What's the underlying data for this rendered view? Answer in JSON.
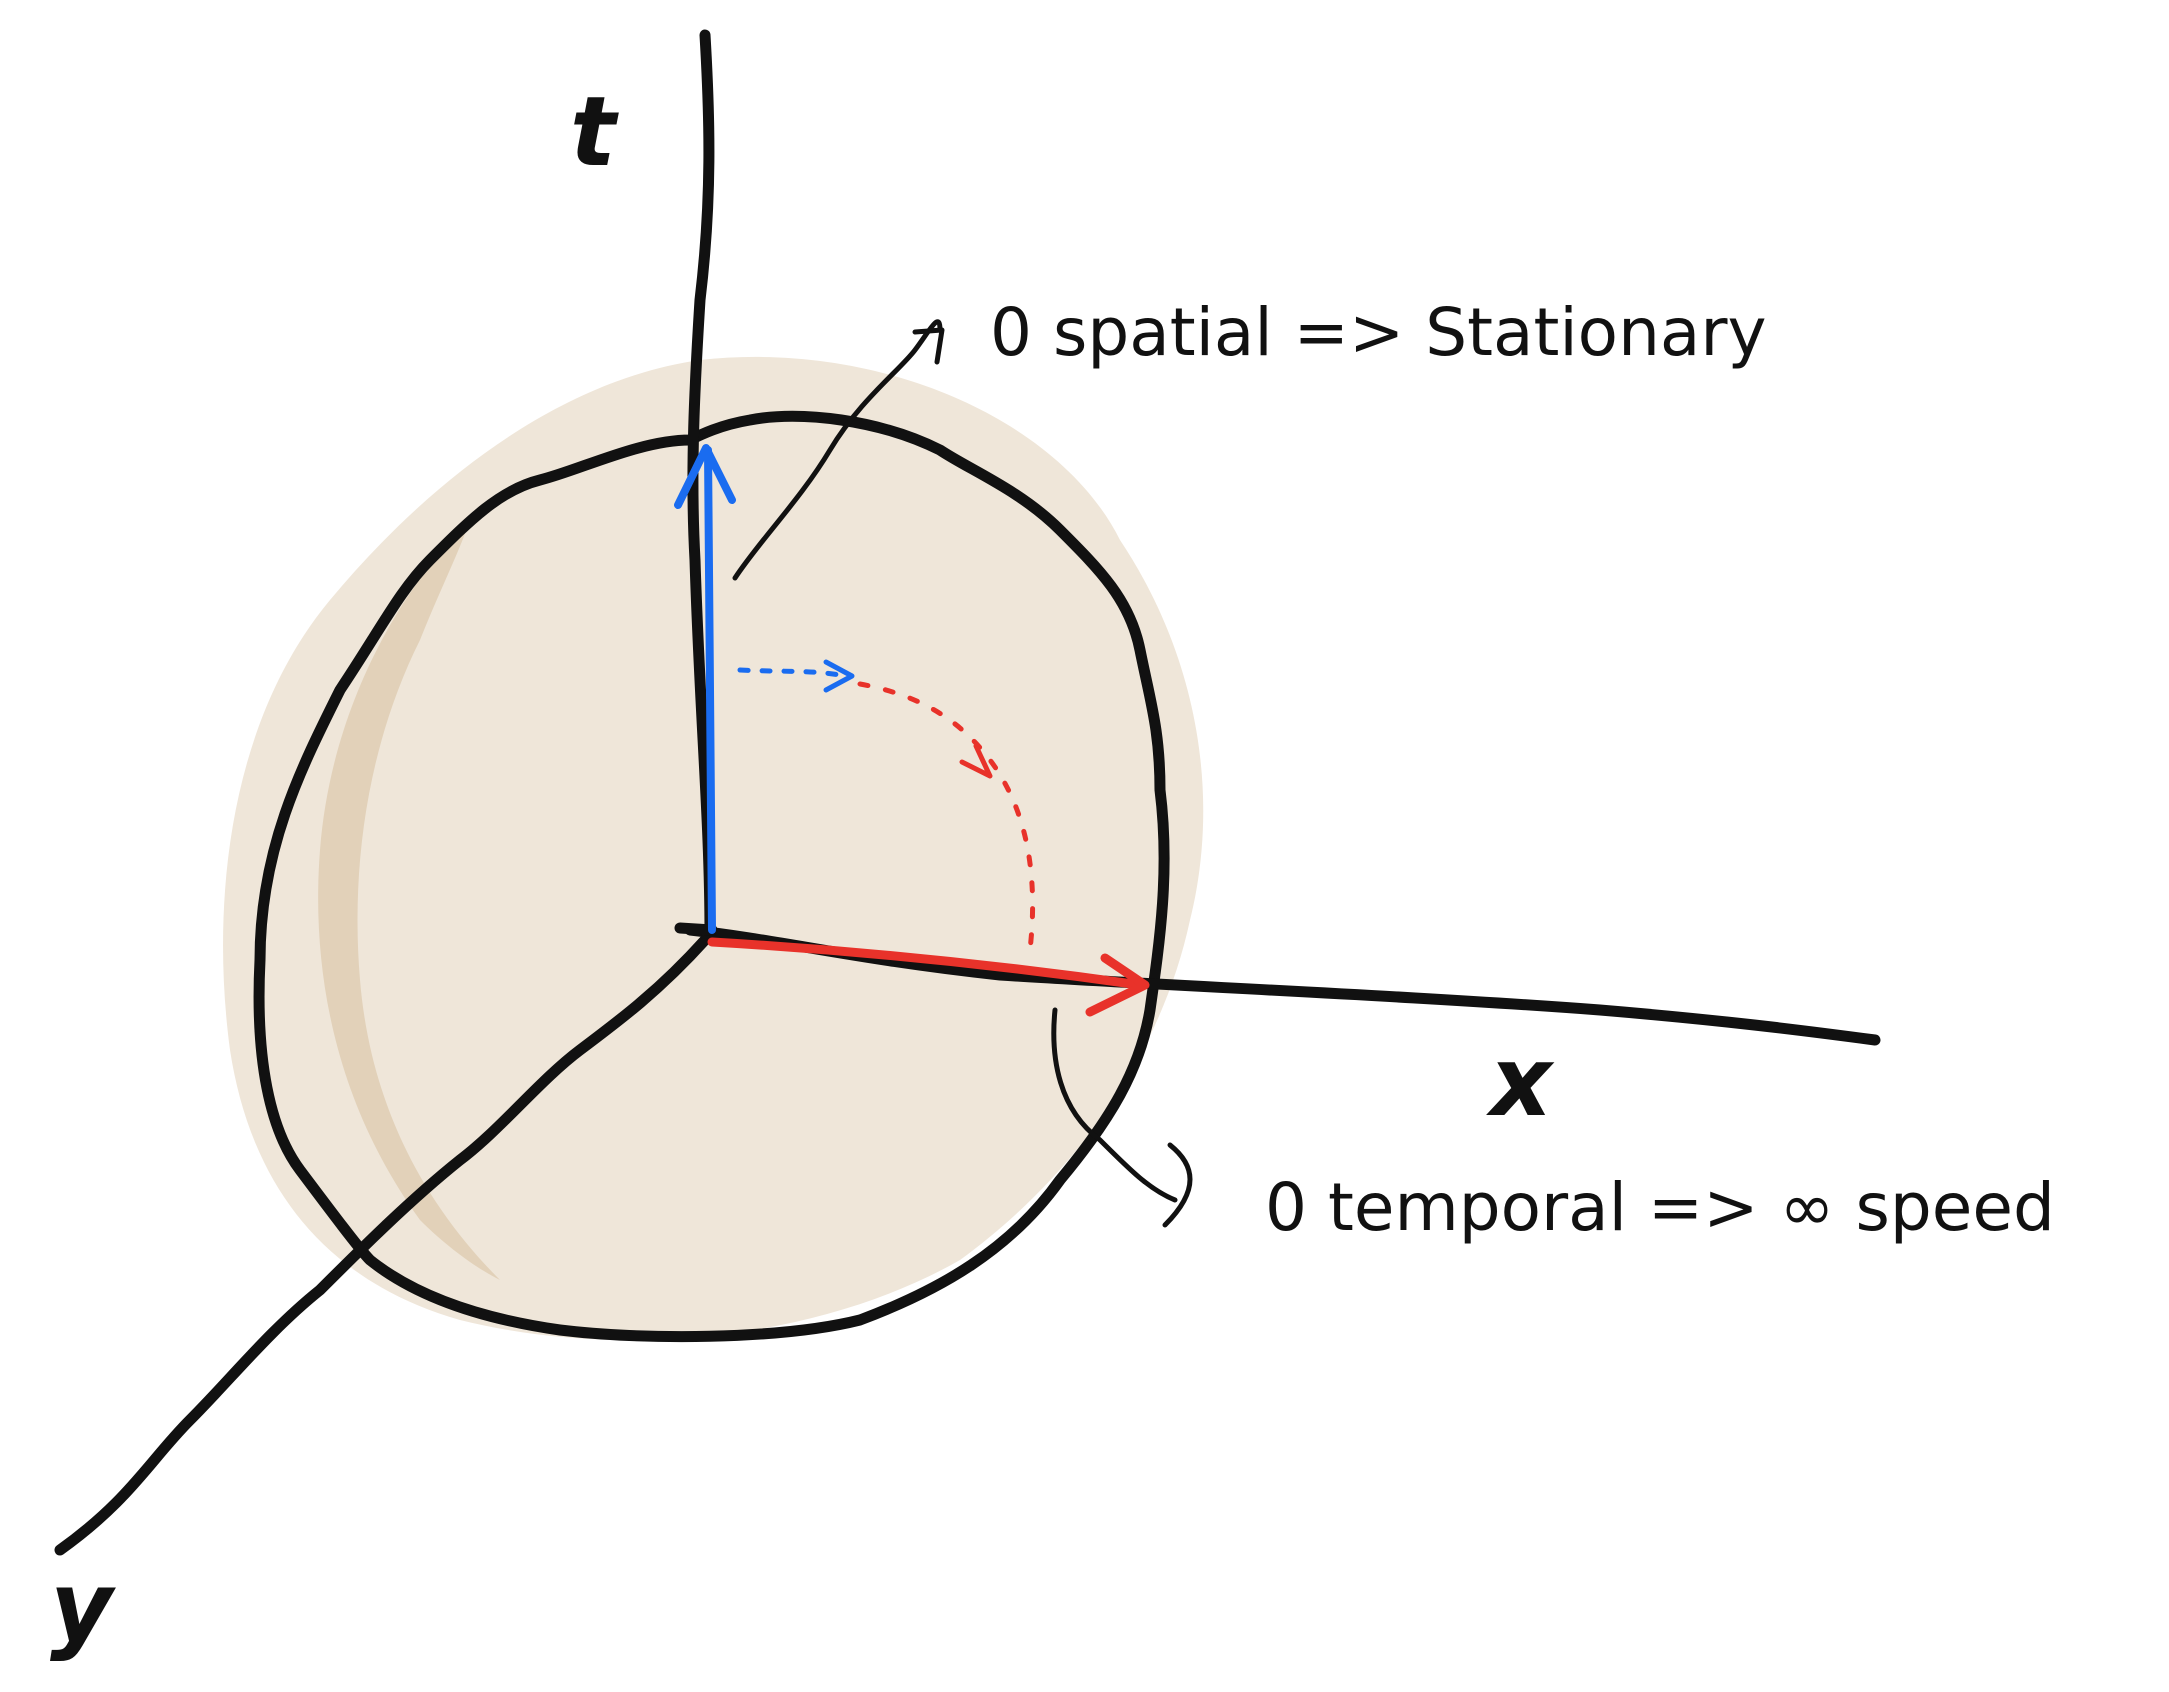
{
  "axes": {
    "t_label": "t",
    "x_label": "x",
    "y_label": "y"
  },
  "annotations": {
    "top": "0 spatial => Stationary",
    "bottom": "0 temporal => ∞ speed"
  },
  "colors": {
    "ink": "#111111",
    "sphere_fill": "#efe6d9",
    "sphere_shade": "#d9c3a3",
    "temporal_vector": "#1a6cf0",
    "spatial_vector": "#e8322a"
  }
}
